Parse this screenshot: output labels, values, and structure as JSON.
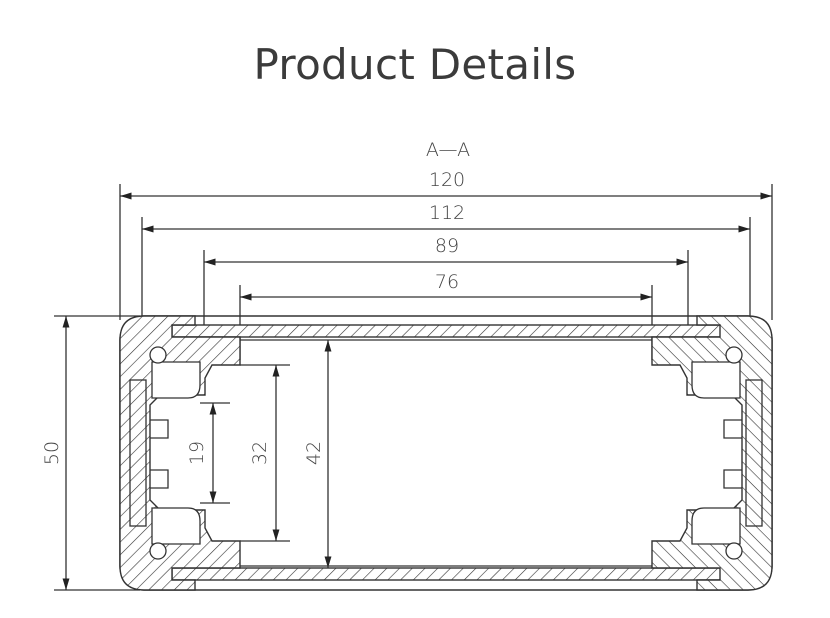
{
  "header": {
    "title": "Product Details"
  },
  "drawing": {
    "section_label": "A—A",
    "dimensions": {
      "overall_width": "120",
      "inner_width": "112",
      "slot_width": "89",
      "panel_width": "76",
      "overall_height": "50",
      "slot_spacing": "19",
      "slot_height": "32",
      "inner_height": "42"
    },
    "line_color": "#333333"
  }
}
